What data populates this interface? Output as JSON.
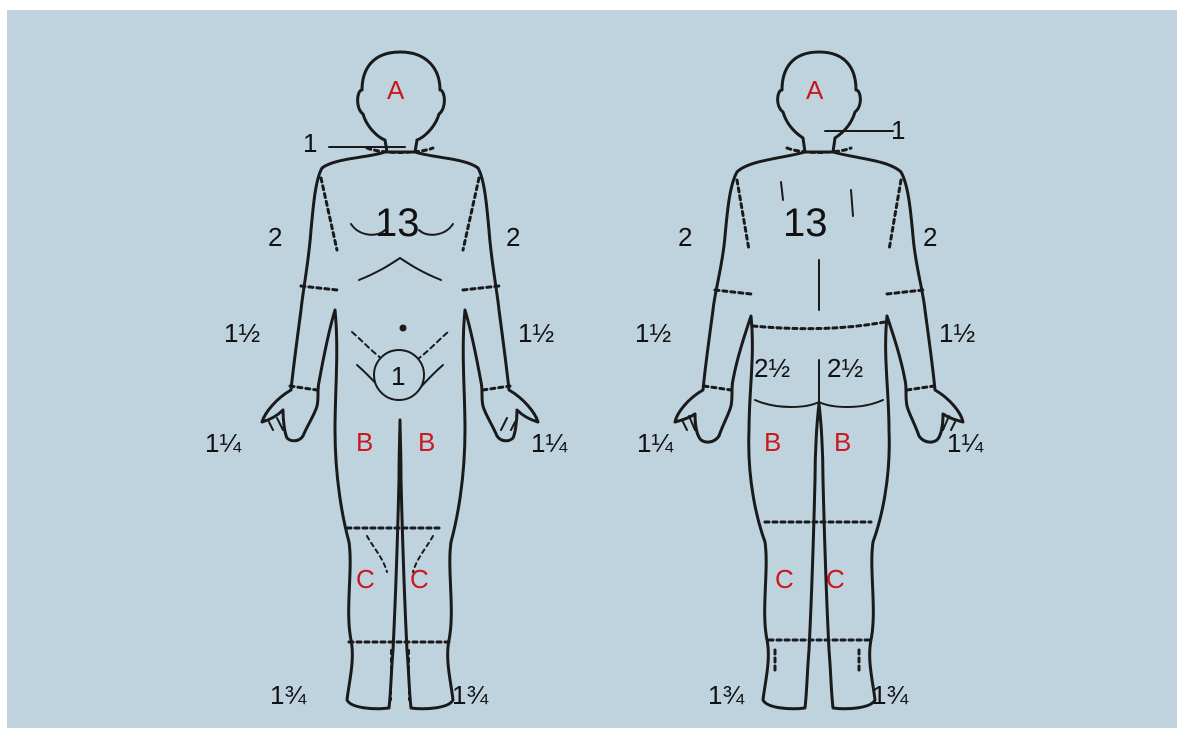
{
  "colors": {
    "background": "#bfd3de",
    "outline": "#1a1a1a",
    "region_letter": "#c8191e",
    "number": "#111111"
  },
  "front": {
    "head": "A",
    "neck": "1",
    "trunk": "13",
    "upper_arm_left": "2",
    "upper_arm_right": "2",
    "forearm_left": "1½",
    "forearm_right": "1½",
    "genitals": "1",
    "hand_left": "1¼",
    "hand_right": "1¼",
    "thigh_left": "B",
    "thigh_right": "B",
    "leg_left": "C",
    "leg_right": "C",
    "foot_left": "1¾",
    "foot_right": "1¾"
  },
  "back": {
    "head": "A",
    "neck": "1",
    "trunk": "13",
    "upper_arm_left": "2",
    "upper_arm_right": "2",
    "forearm_left": "1½",
    "forearm_right": "1½",
    "buttock_left": "2½",
    "buttock_right": "2½",
    "hand_left": "1¼",
    "hand_right": "1¼",
    "thigh_left": "B",
    "thigh_right": "B",
    "leg_left": "C",
    "leg_right": "C",
    "foot_left": "1¾",
    "foot_right": "1¾"
  }
}
